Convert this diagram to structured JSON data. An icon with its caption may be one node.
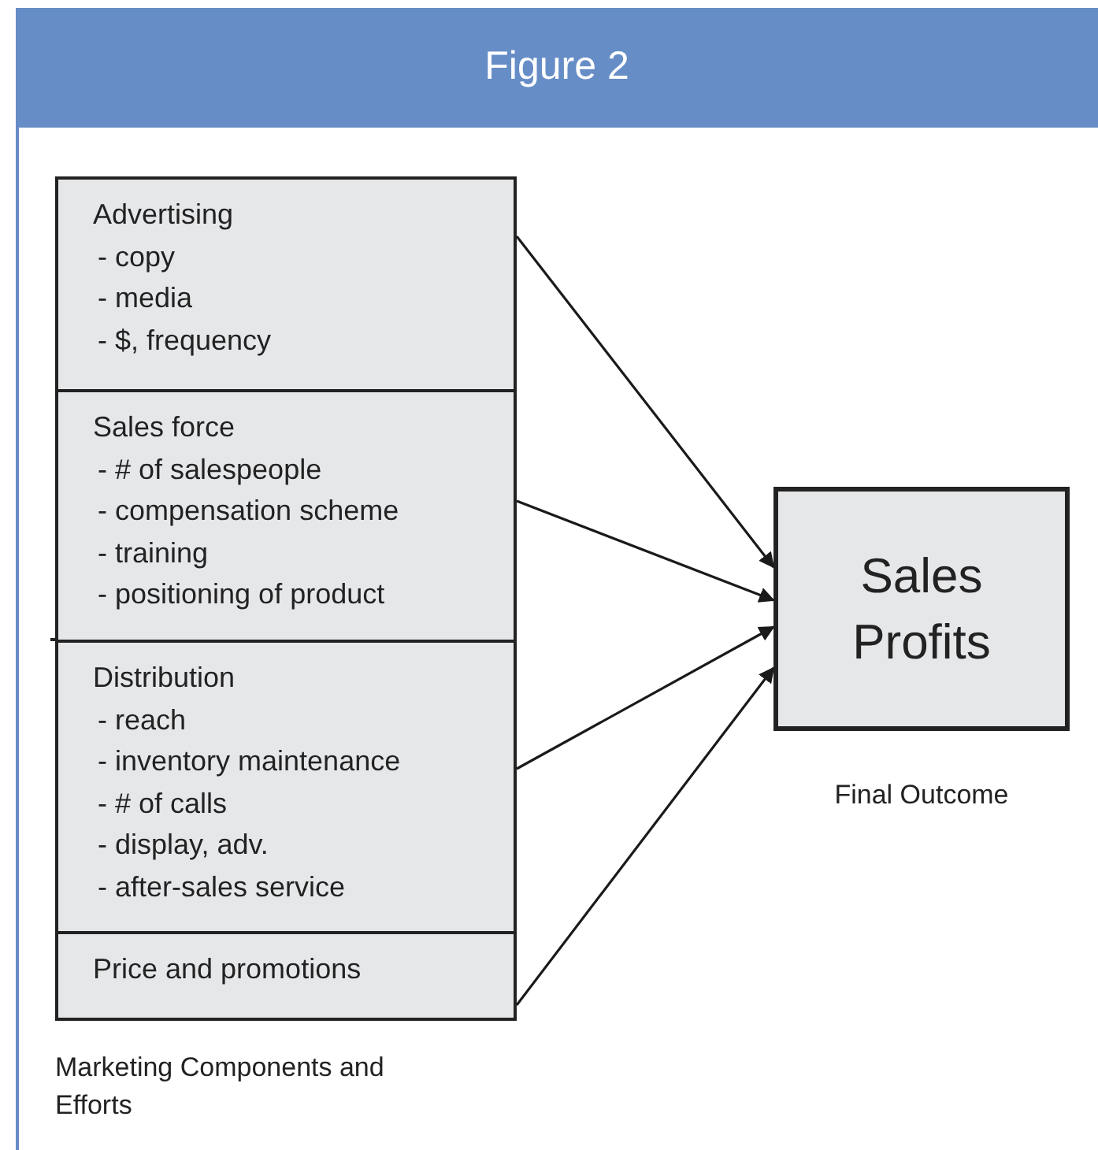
{
  "diagram": {
    "title": "Figure 2",
    "nodes": [
      {
        "text": [
          "Advertising",
          "- copy",
          "- media",
          "- $, frequency"
        ]
      },
      {
        "text": [
          "Sales force",
          "- # of salespeople",
          "- compensation scheme",
          "- training",
          "- positioning of product"
        ]
      },
      {
        "text": [
          "Distribution",
          "- reach",
          "- inventory maintenance",
          "- # of calls",
          "- display, adv.",
          "- after-sales service"
        ]
      },
      {
        "text": [
          "Price and promotions"
        ]
      },
      {
        "text": [
          "Sales Profits"
        ],
        "beside": [
          "Final Outcome"
        ]
      }
    ],
    "edges": [
      {
        "from": 0,
        "to": 4,
        "arrow": "to"
      },
      {
        "from": 1,
        "to": 4,
        "arrow": "to"
      },
      {
        "from": 2,
        "to": 4,
        "arrow": "to"
      },
      {
        "from": 3,
        "to": 4,
        "arrow": "to"
      }
    ],
    "labels": [
      "Marketing Components and Efforts"
    ]
  }
}
